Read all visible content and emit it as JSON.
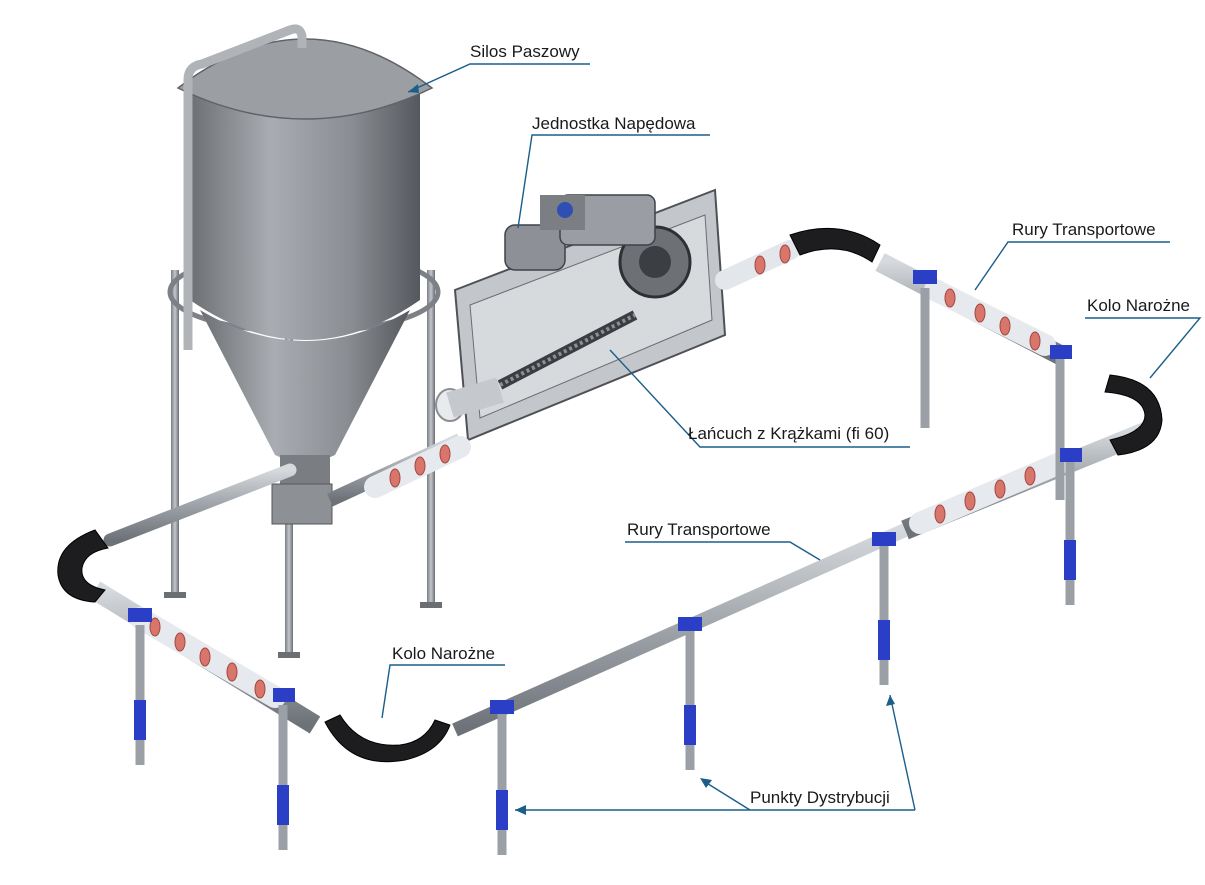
{
  "labels": {
    "silo": "Silos Paszowy",
    "drive_unit": "Jednostka Napędowa",
    "transport_pipes_top": "Rury Transportowe",
    "corner_wheel_right": "Kolo Narożne",
    "chain_discs": "Łańcuch z Krążkami (fi 60)",
    "transport_pipes_middle": "Rury Transportowe",
    "corner_wheel_bottom": "Kolo Narożne",
    "distribution_points": "Punkty Dystrybucji"
  },
  "colors": {
    "leader_line": "#1b5e8a",
    "pipe": "#a7acb3",
    "pipe_clear": "#e2e7ec",
    "disc": "#d9766b",
    "blue_fitting": "#2a3fc6",
    "black_corner": "#1c1c1c",
    "silo": "#8f9398",
    "frame": "#b9bcc0"
  }
}
